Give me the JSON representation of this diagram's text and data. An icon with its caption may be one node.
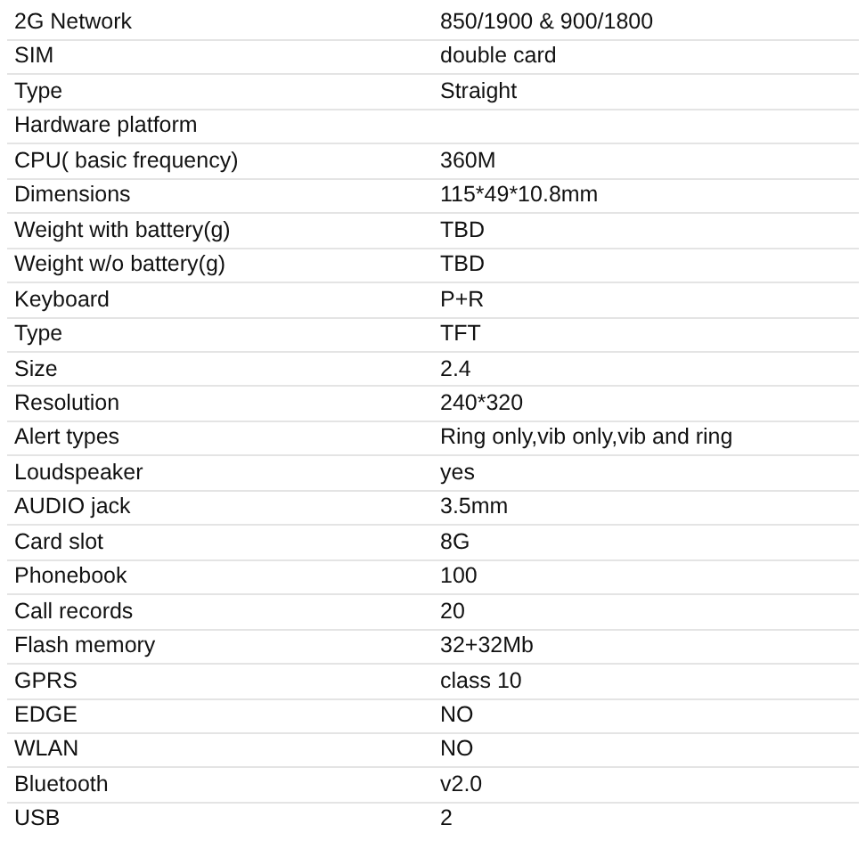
{
  "diagram": {
    "labels": [
      "2G Network",
      "850/1900 & 900/1800",
      "SIM",
      "double card",
      "Type",
      "Straight",
      "Hardware platform",
      "CPU( basic frequency)",
      "360M",
      "Dimensions",
      "115*49*10.8mm",
      "Weight with battery(g)",
      "TBD",
      "Weight w/o battery(g)",
      "TBD",
      "Keyboard",
      "P+R",
      "Type",
      "TFT",
      "Size",
      "2.4",
      "Resolution",
      "240*320",
      "Alert types",
      "Ring only,vib only,vib and ring",
      "Loudspeaker",
      "yes",
      "AUDIO jack",
      "3.5mm",
      "Card slot",
      "8G",
      "Phonebook",
      "100",
      "Call records",
      "20",
      "Flash memory",
      "32+32Mb",
      "GPRS",
      "class 10",
      "EDGE",
      "NO",
      "WLAN",
      "NO",
      "Bluetooth",
      "v2.0",
      "USB",
      "2"
    ]
  }
}
